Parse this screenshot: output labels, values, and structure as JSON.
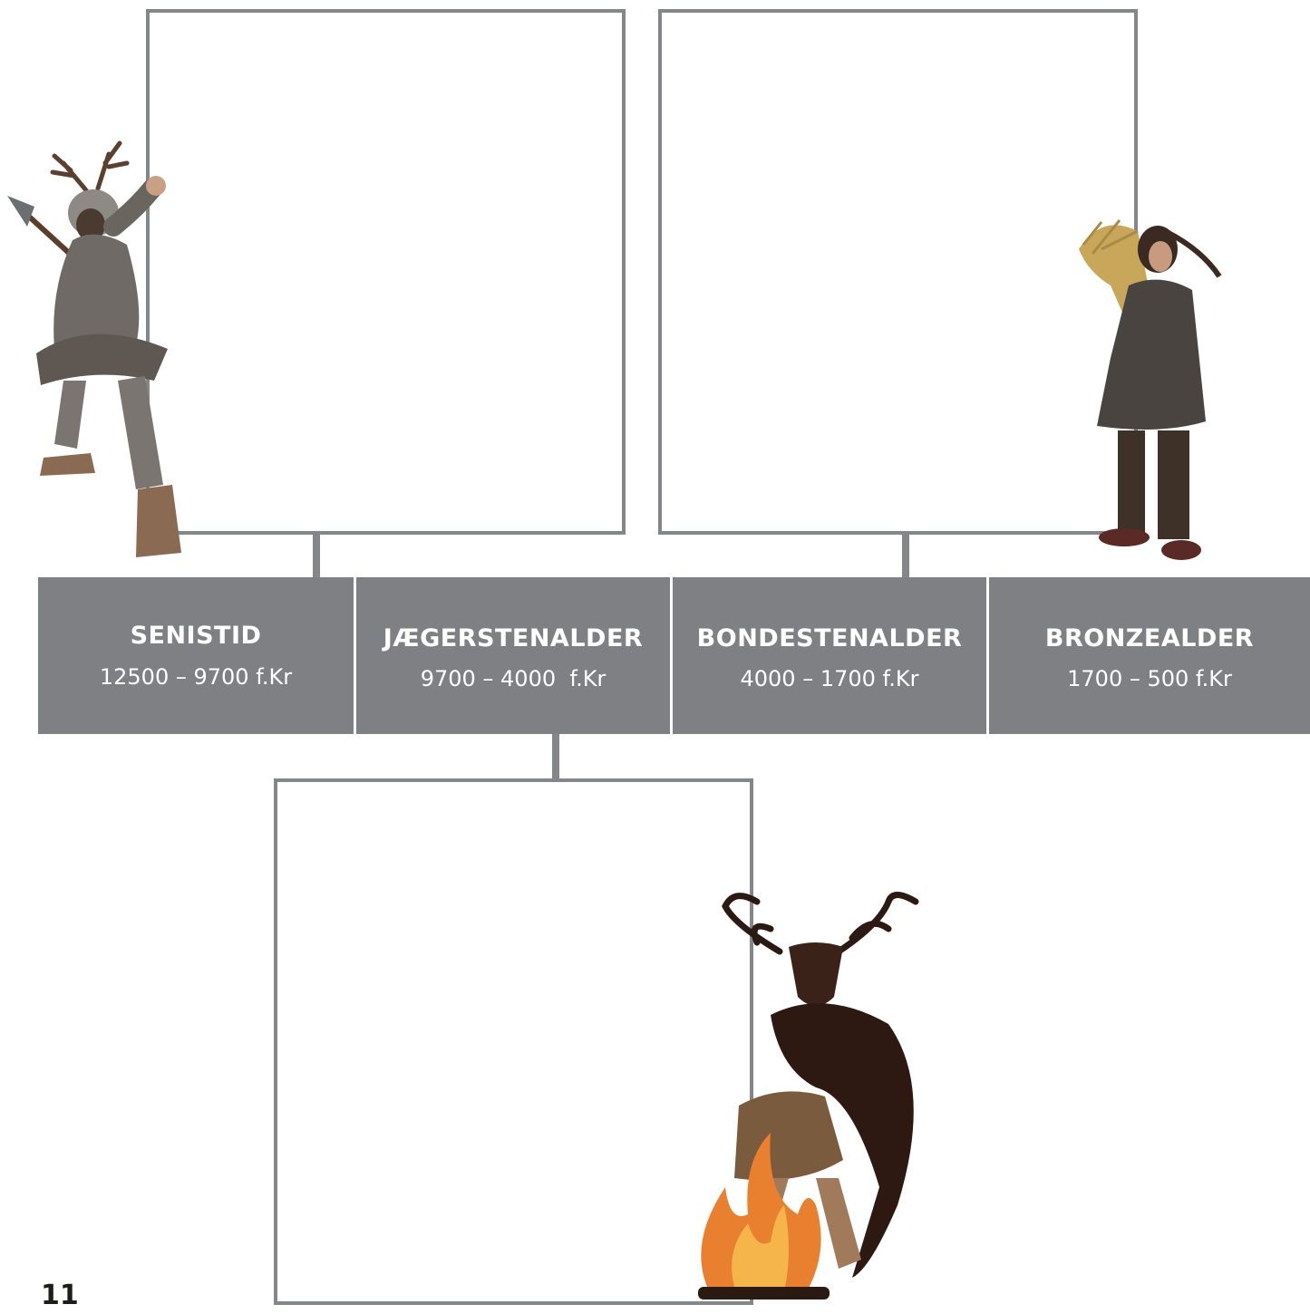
{
  "timeline": {
    "periods": [
      {
        "name": "SENISTID",
        "dates": "12500 – 9700 f.Kr"
      },
      {
        "name": "JÆGERSTENALDER",
        "dates": "9700 – 4000  f.Kr"
      },
      {
        "name": "BONDESTENALDER",
        "dates": "4000 – 1700 f.Kr"
      },
      {
        "name": "BRONZEALDER",
        "dates": "1700 – 500 f.Kr"
      }
    ]
  },
  "page_number": "11",
  "colors": {
    "band": "#7f8083",
    "frame": "#858689",
    "text_on_band": "#ffffff"
  },
  "illustrations": [
    "hunter-with-antler-headdress",
    "woman-carrying-grain-sheaf",
    "deer-spirit-shaman-with-campfire"
  ]
}
